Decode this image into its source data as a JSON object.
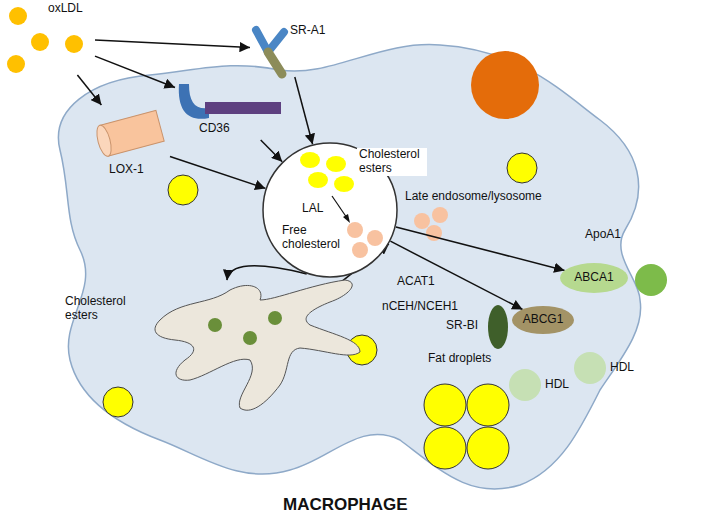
{
  "diagram": {
    "nodes": [
      {
        "text": [
          "MACROPHAGE"
        ]
      },
      {
        "text": [
          "oxLDL"
        ]
      },
      {
        "text": [
          "SR-A1"
        ]
      },
      {
        "text": [
          "CD36"
        ]
      },
      {
        "text": [
          "LOX-1"
        ]
      },
      {
        "text": [
          "Late endosome/lysosome",
          "Cholesterol esters",
          "LAL",
          "Free cholesterol"
        ],
        "in": 0
      },
      {
        "text": [
          "Cholesterol esters"
        ],
        "in": 0
      },
      {
        "text": [
          "ABCA1"
        ],
        "in": 0
      },
      {
        "text": [
          "ABCG1"
        ],
        "in": 0
      },
      {
        "text": [
          "SR-BI"
        ],
        "in": 0
      },
      {
        "text": [
          "ApoA1"
        ]
      },
      {
        "text": [
          "HDL"
        ]
      },
      {
        "text": [
          "HDL"
        ]
      },
      {
        "text": [
          "Fat droplets"
        ],
        "in": 0
      }
    ],
    "edges": [
      {
        "from": 1,
        "to": 2,
        "arrow": "to"
      },
      {
        "from": 1,
        "to": 3,
        "arrow": "to"
      },
      {
        "from": 1,
        "to": 4,
        "arrow": "to"
      },
      {
        "from": 2,
        "to": 5,
        "arrow": "to"
      },
      {
        "from": 3,
        "to": 5,
        "arrow": "to"
      },
      {
        "from": 4,
        "to": 5,
        "arrow": "to"
      },
      {
        "from": 5,
        "to": 6,
        "arrow": "to"
      },
      {
        "from": 6,
        "to": 5,
        "arrow": "both",
        "label": "ACAT1"
      },
      {
        "from": 5,
        "to": 7,
        "arrow": "to"
      },
      {
        "from": 5,
        "to": 8,
        "arrow": "to"
      }
    ],
    "labels": [
      "nCEH/NCEH1"
    ]
  }
}
